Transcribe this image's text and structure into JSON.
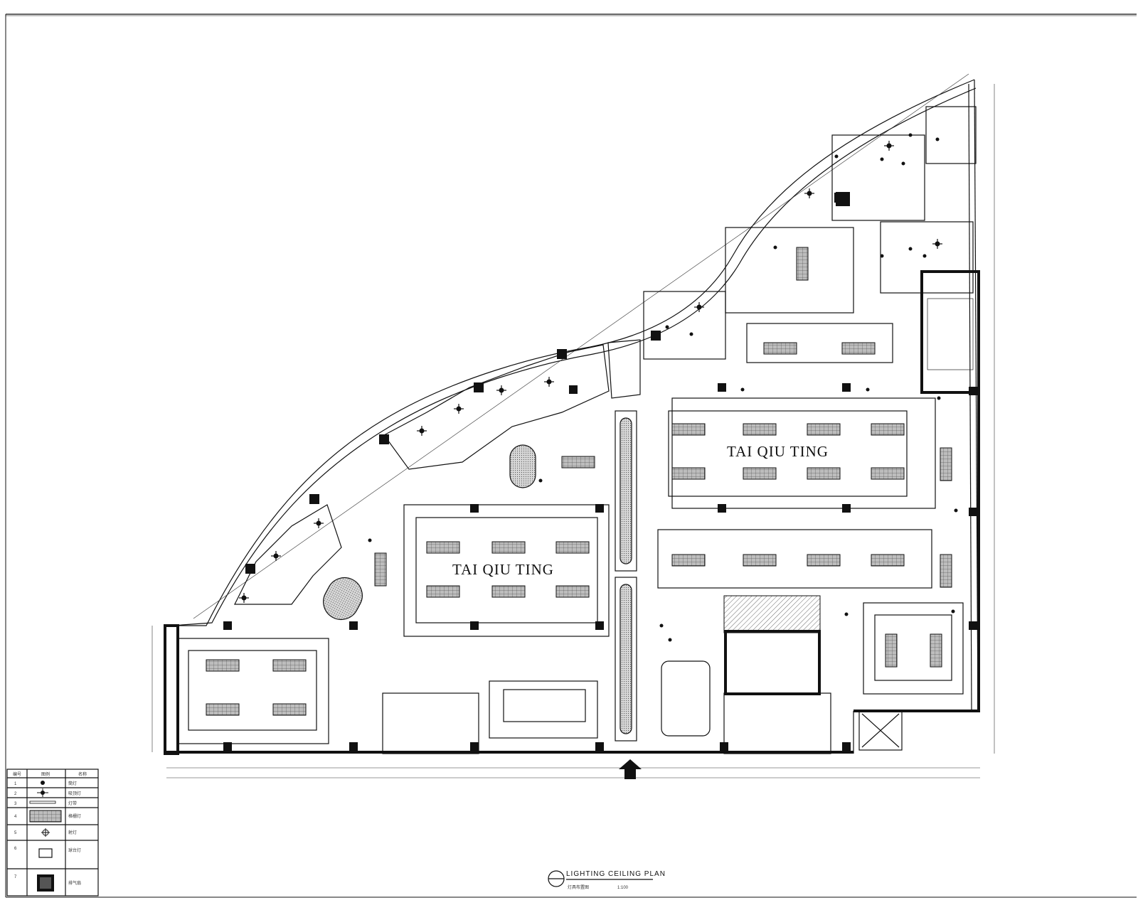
{
  "plan": {
    "title": "LIGHTING CEILING PLAN",
    "subtitle": "灯具布置图",
    "scale_note": "1:100",
    "room_labels": [
      "TAI  QIU  TING",
      "TAI  QIU  TING"
    ]
  },
  "legend": {
    "headers": [
      "编号",
      "图例",
      "名称"
    ],
    "rows": [
      {
        "no": "1",
        "name": "筒灯",
        "icon": "downlight-icon"
      },
      {
        "no": "2",
        "name": "吸顶灯",
        "icon": "ceiling-lamp-icon"
      },
      {
        "no": "3",
        "name": "灯带",
        "icon": "strip-light-icon"
      },
      {
        "no": "4",
        "name": "格栅灯",
        "icon": "grille-light-icon"
      },
      {
        "no": "5",
        "name": "射灯",
        "icon": "spotlight-icon"
      },
      {
        "no": "6",
        "name": "球台灯",
        "icon": "table-light-icon"
      },
      {
        "no": "7",
        "name": "排气扇",
        "icon": "exhaust-fan-icon"
      }
    ]
  },
  "colors": {
    "line": "#111111",
    "fixture_fill": "#b9b9b9",
    "background": "#ffffff"
  }
}
